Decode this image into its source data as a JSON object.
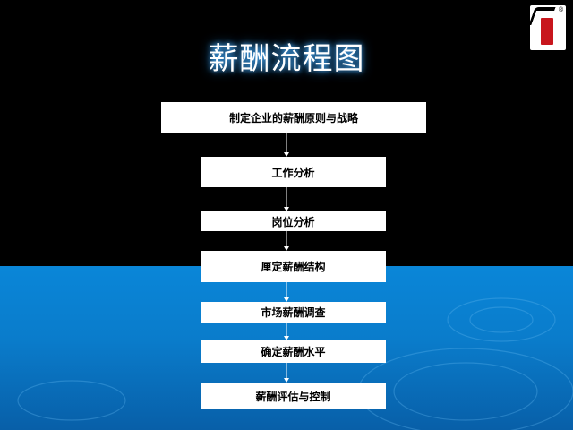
{
  "title": "薪酬流程图",
  "logo": {
    "mark": "®"
  },
  "steps": [
    "制定企业的薪酬原则与战略",
    "工作分析",
    "岗位分析",
    "厘定薪酬结构",
    "市场薪酬调查",
    "确定薪酬水平",
    "薪酬评估与控制"
  ],
  "colors": {
    "background_top": "#000000",
    "background_bottom": "#0a86d8",
    "box": "#ffffff",
    "arrow": "#ffffff"
  }
}
